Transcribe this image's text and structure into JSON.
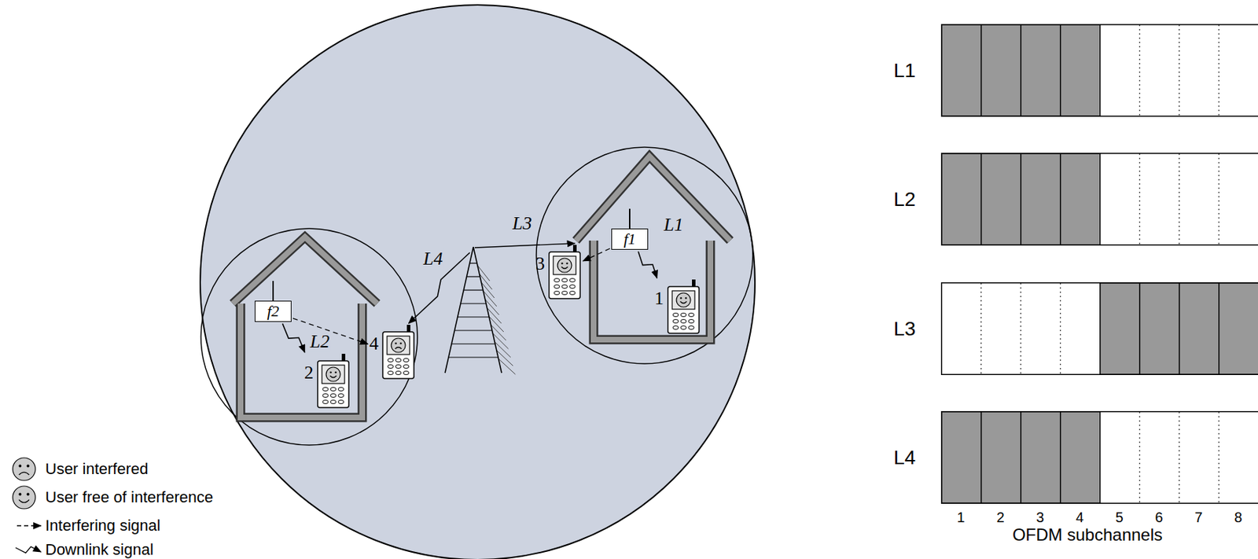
{
  "diagram": {
    "nodes": [
      {
        "text": [
          "f1"
        ]
      },
      {
        "text": [
          "f2"
        ]
      },
      {
        "text": [
          "1"
        ]
      },
      {
        "text": [
          "2"
        ]
      },
      {
        "text": [
          "3"
        ]
      },
      {
        "text": [
          "4"
        ]
      },
      {
        "text": [
          "L1"
        ]
      },
      {
        "text": [
          "L2"
        ]
      },
      {
        "text": [
          "L3"
        ]
      },
      {
        "text": [
          "L4"
        ]
      }
    ],
    "edges": [
      {
        "from": 0,
        "to": 2,
        "arrow": "to",
        "label": "L1"
      },
      {
        "from": 1,
        "to": 3,
        "arrow": "to",
        "label": "L2"
      },
      {
        "from": 0,
        "to": 4,
        "arrow": "to"
      },
      {
        "from": 1,
        "to": 5,
        "arrow": "to"
      }
    ],
    "labels": [
      "L3",
      "L4",
      "1",
      "2",
      "3",
      "4",
      "5",
      "6",
      "7",
      "8",
      "OFDM subchannels"
    ],
    "legend": [
      {
        "text": "User interfered"
      },
      {
        "text": "User free of interference"
      },
      {
        "text": "Interfering signal"
      },
      {
        "text": "Downlink signal"
      }
    ]
  }
}
